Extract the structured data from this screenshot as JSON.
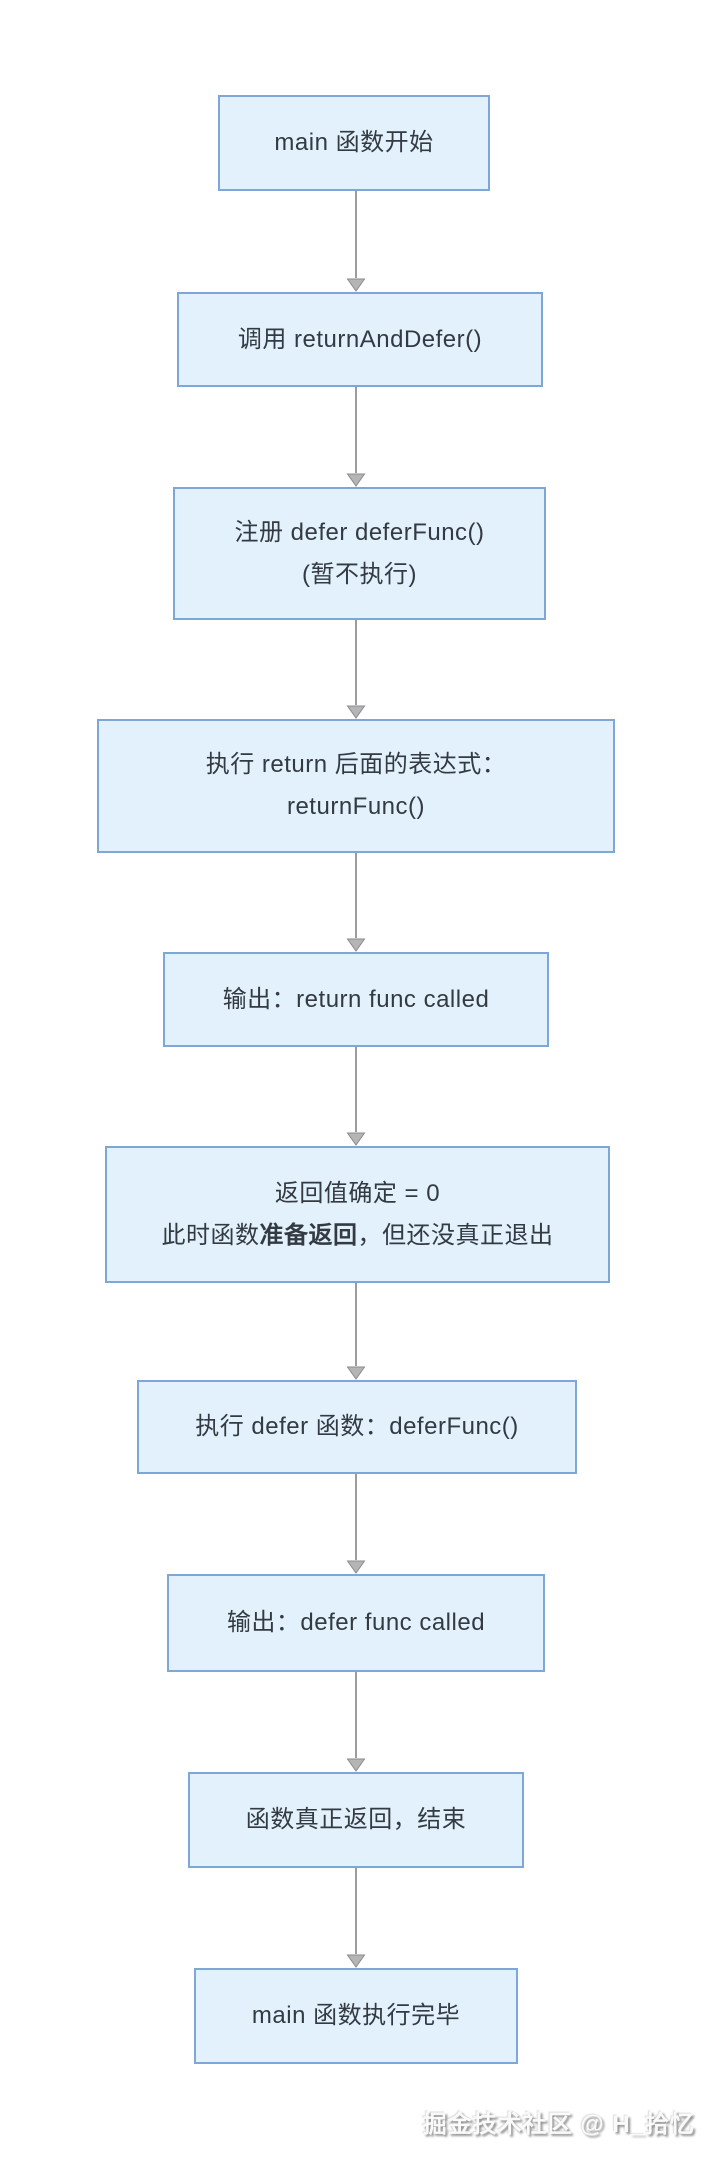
{
  "diagram": {
    "node1": {
      "label": "main 函数开始"
    },
    "node2": {
      "label": "调用 returnAndDefer()"
    },
    "node3": {
      "line1": "注册 defer deferFunc()",
      "line2": "(暂不执行)"
    },
    "node4": {
      "line1": "执行 return 后面的表达式：",
      "line2": "returnFunc()"
    },
    "node5": {
      "label": "输出：return func called"
    },
    "node6": {
      "line1": "返回值确定 = 0",
      "line2_prefix": "此时函数",
      "line2_bold": "准备返回",
      "line2_suffix": "，但还没真正退出"
    },
    "node7": {
      "label": "执行 defer 函数：deferFunc()"
    },
    "node8": {
      "label": "输出：defer func called"
    },
    "node9": {
      "label": "函数真正返回，结束"
    },
    "node10": {
      "label": "main 函数执行完毕"
    }
  },
  "colors": {
    "node_fill": "#e2f1fc",
    "node_border": "#7da7d7",
    "node_text": "#333a42",
    "arrow": "#9c9c9c",
    "background": "#ffffff"
  },
  "watermark": {
    "text": "掘金技术社区 @ H_拾忆"
  }
}
